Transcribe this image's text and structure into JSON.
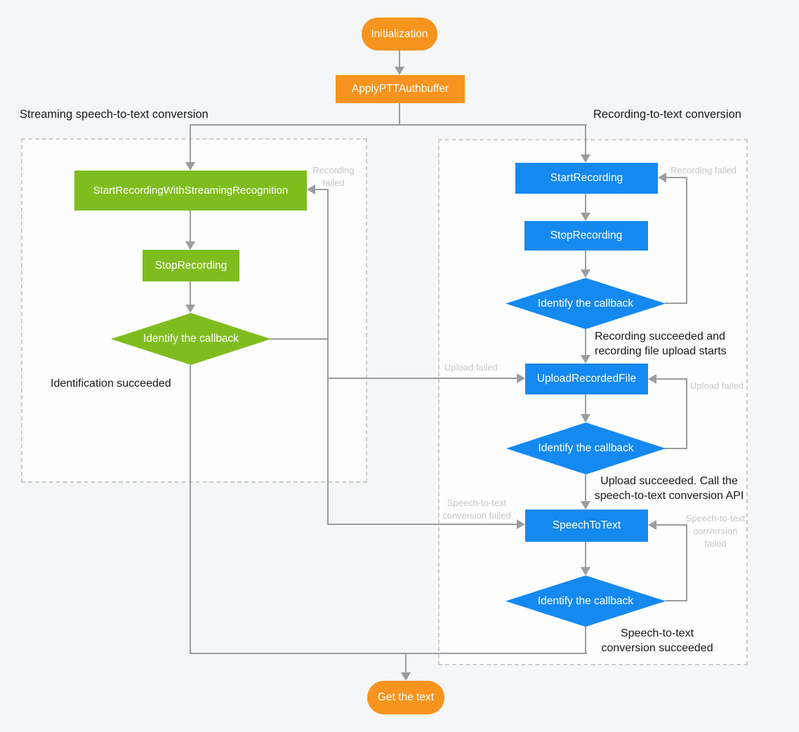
{
  "sections": {
    "streaming": {
      "title": "Streaming speech-to-text conversion"
    },
    "recording": {
      "title": "Recording-to-text conversion"
    }
  },
  "nodes": {
    "initialization": "Initialization",
    "apply_ptt_authbuffer": "ApplyPTTAuthbuffer",
    "start_recording_with_streaming_recognition": "StartRecordingWithStreamingRecognition",
    "stop_recording_streaming": "StopRecording",
    "identify_callback_streaming": "Identify the callback",
    "start_recording": "StartRecording",
    "stop_recording": "StopRecording",
    "identify_callback_recording": "Identify the callback",
    "upload_recorded_file": "UploadRecordedFile",
    "identify_callback_upload": "Identify the callback",
    "speech_to_text": "SpeechToText",
    "identify_callback_conversion": "Identify the callback",
    "get_the_text": "Get the text"
  },
  "annotations": {
    "identification_succeeded": "Identification succeeded",
    "recording_succeeded": "Recording succeeded and\nrecording file upload starts",
    "upload_succeeded": "Upload succeeded. Call the\nspeech-to-text conversion API",
    "conversion_succeeded": "Speech-to-text\nconversion succeeded"
  },
  "edge_labels": {
    "streaming_recording_failed": "Recording\nfailed",
    "recording_failed": "Recording failed",
    "upload_failed_left": "Upload failed",
    "upload_failed_right": "Upload failed",
    "conversion_failed_left": "Speech-to-text\nconversion failed",
    "conversion_failed_right": "Speech-to-text\nconversion\nfailed"
  },
  "colors": {
    "process_orange": "#F7941D",
    "streaming_green": "#7FBD1F",
    "recording_blue": "#1489F0",
    "connector_gray": "#9A9DA0",
    "muted_label_gray": "#C4C7CA",
    "background": "#F5F6F7"
  }
}
